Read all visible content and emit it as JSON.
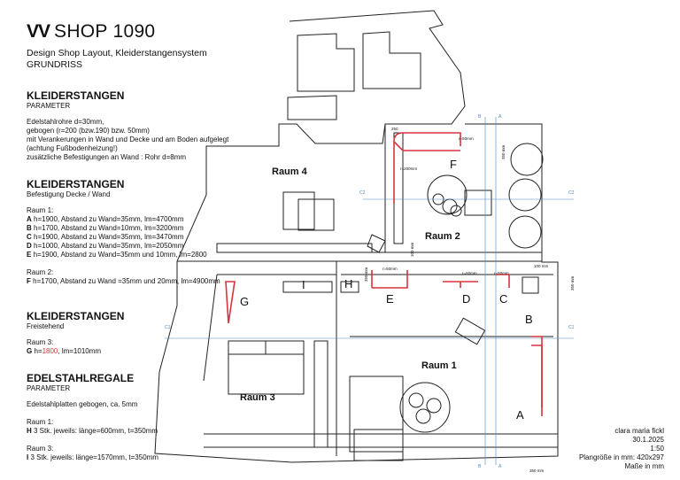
{
  "header": {
    "brand_logo": "VV",
    "brand_name": "SHOP 1090",
    "subtitle": "Design Shop Layout, Kleiderstangensystem",
    "subtitle2": "GRUNDRISS"
  },
  "sections": [
    {
      "title": "KLEIDERSTANGEN",
      "caption": "PARAMETER",
      "body": "Edelstahlrohre d=30mm,\ngebogen (r=200 (bzw.190) bzw. 50mm)\nmit Verankerungen in Wand und Decke und am Boden aufgelegt (achtung Fußbodenheizung!)\nzusätzliche Befestigungen an Wand : Rohr d=8mm"
    },
    {
      "title": "KLEIDERSTANGEN",
      "caption": "Befestigung Decke / Wand",
      "raum1_label": "Raum 1:",
      "raum1_items": [
        {
          "key": "A",
          "text": " h=1900, Abstand zu Wand=35mm, lm=4700mm"
        },
        {
          "key": "B",
          "text": " h=1700, Abstand zu Wand=10mm, lm=3200mm"
        },
        {
          "key": "C",
          "text": " h=1900, Abstand zu Wand=35mm, lm=3470mm"
        },
        {
          "key": "D",
          "text": " h=1000, Abstand zu Wand=35mm, lm=2050mm"
        },
        {
          "key": "E",
          "text": " h=1900, Abstand zu Wand=35mm und 10mm, lm=2800"
        }
      ],
      "raum2_label": "Raum 2:",
      "raum2_items": [
        {
          "key": "F",
          "text": " h=1700, Abstand zu Wand =35mm und 20mm, lm=4900mm"
        }
      ]
    },
    {
      "title": "KLEIDERSTANGEN",
      "caption": "Freistehend",
      "raum3_label": "Raum 3:",
      "g_key": "G",
      "g_h_pre": " h=",
      "g_h_val": "1800",
      "g_rest": ", lm=1010mm"
    },
    {
      "title": "EDELSTAHLREGALE",
      "caption": "PARAMETER",
      "body": "Edelstahlplatten gebogen, ca. 5mm",
      "raum1_label": "Raum 1:",
      "h_key": "H",
      "h_text": " 3 Stk. jeweils: länge=600mm, t=350mm",
      "raum3_label": "Raum 3:",
      "i_key": "I",
      "i_text": " 3 Stk. jeweils: länge=1570mm, t=350mm"
    }
  ],
  "info": {
    "author": "clara maria fickl",
    "date": "30.1.2025",
    "scale": "1:50",
    "plan_size": "Plangröße in mm: 420x297",
    "units": "Maße in mm"
  },
  "plan": {
    "rooms": [
      "Raum 4",
      "Raum 2",
      "Raum 1",
      "Raum 3"
    ],
    "rails": [
      "F",
      "E",
      "D",
      "C",
      "B",
      "A",
      "G",
      "H",
      "I"
    ],
    "sections": {
      "b": "B",
      "a": "A",
      "c1": "C1",
      "c2": "C2"
    },
    "dims": {
      "d250": "250",
      "r50a": "r=50mm",
      "r200": "r=200mm",
      "d350v": "350 mm",
      "d100v": "100 mm",
      "r50b": "r=50mm",
      "r50c": "r=50mm",
      "r50d": "r=50mm",
      "d100": "100 mm",
      "d350r": "350 mm",
      "d350s": "350 mm",
      "d350b": "350 mm"
    },
    "colors": {
      "wall": "#222222",
      "rail": "#d8343a",
      "axis": "#4a86c5"
    }
  }
}
